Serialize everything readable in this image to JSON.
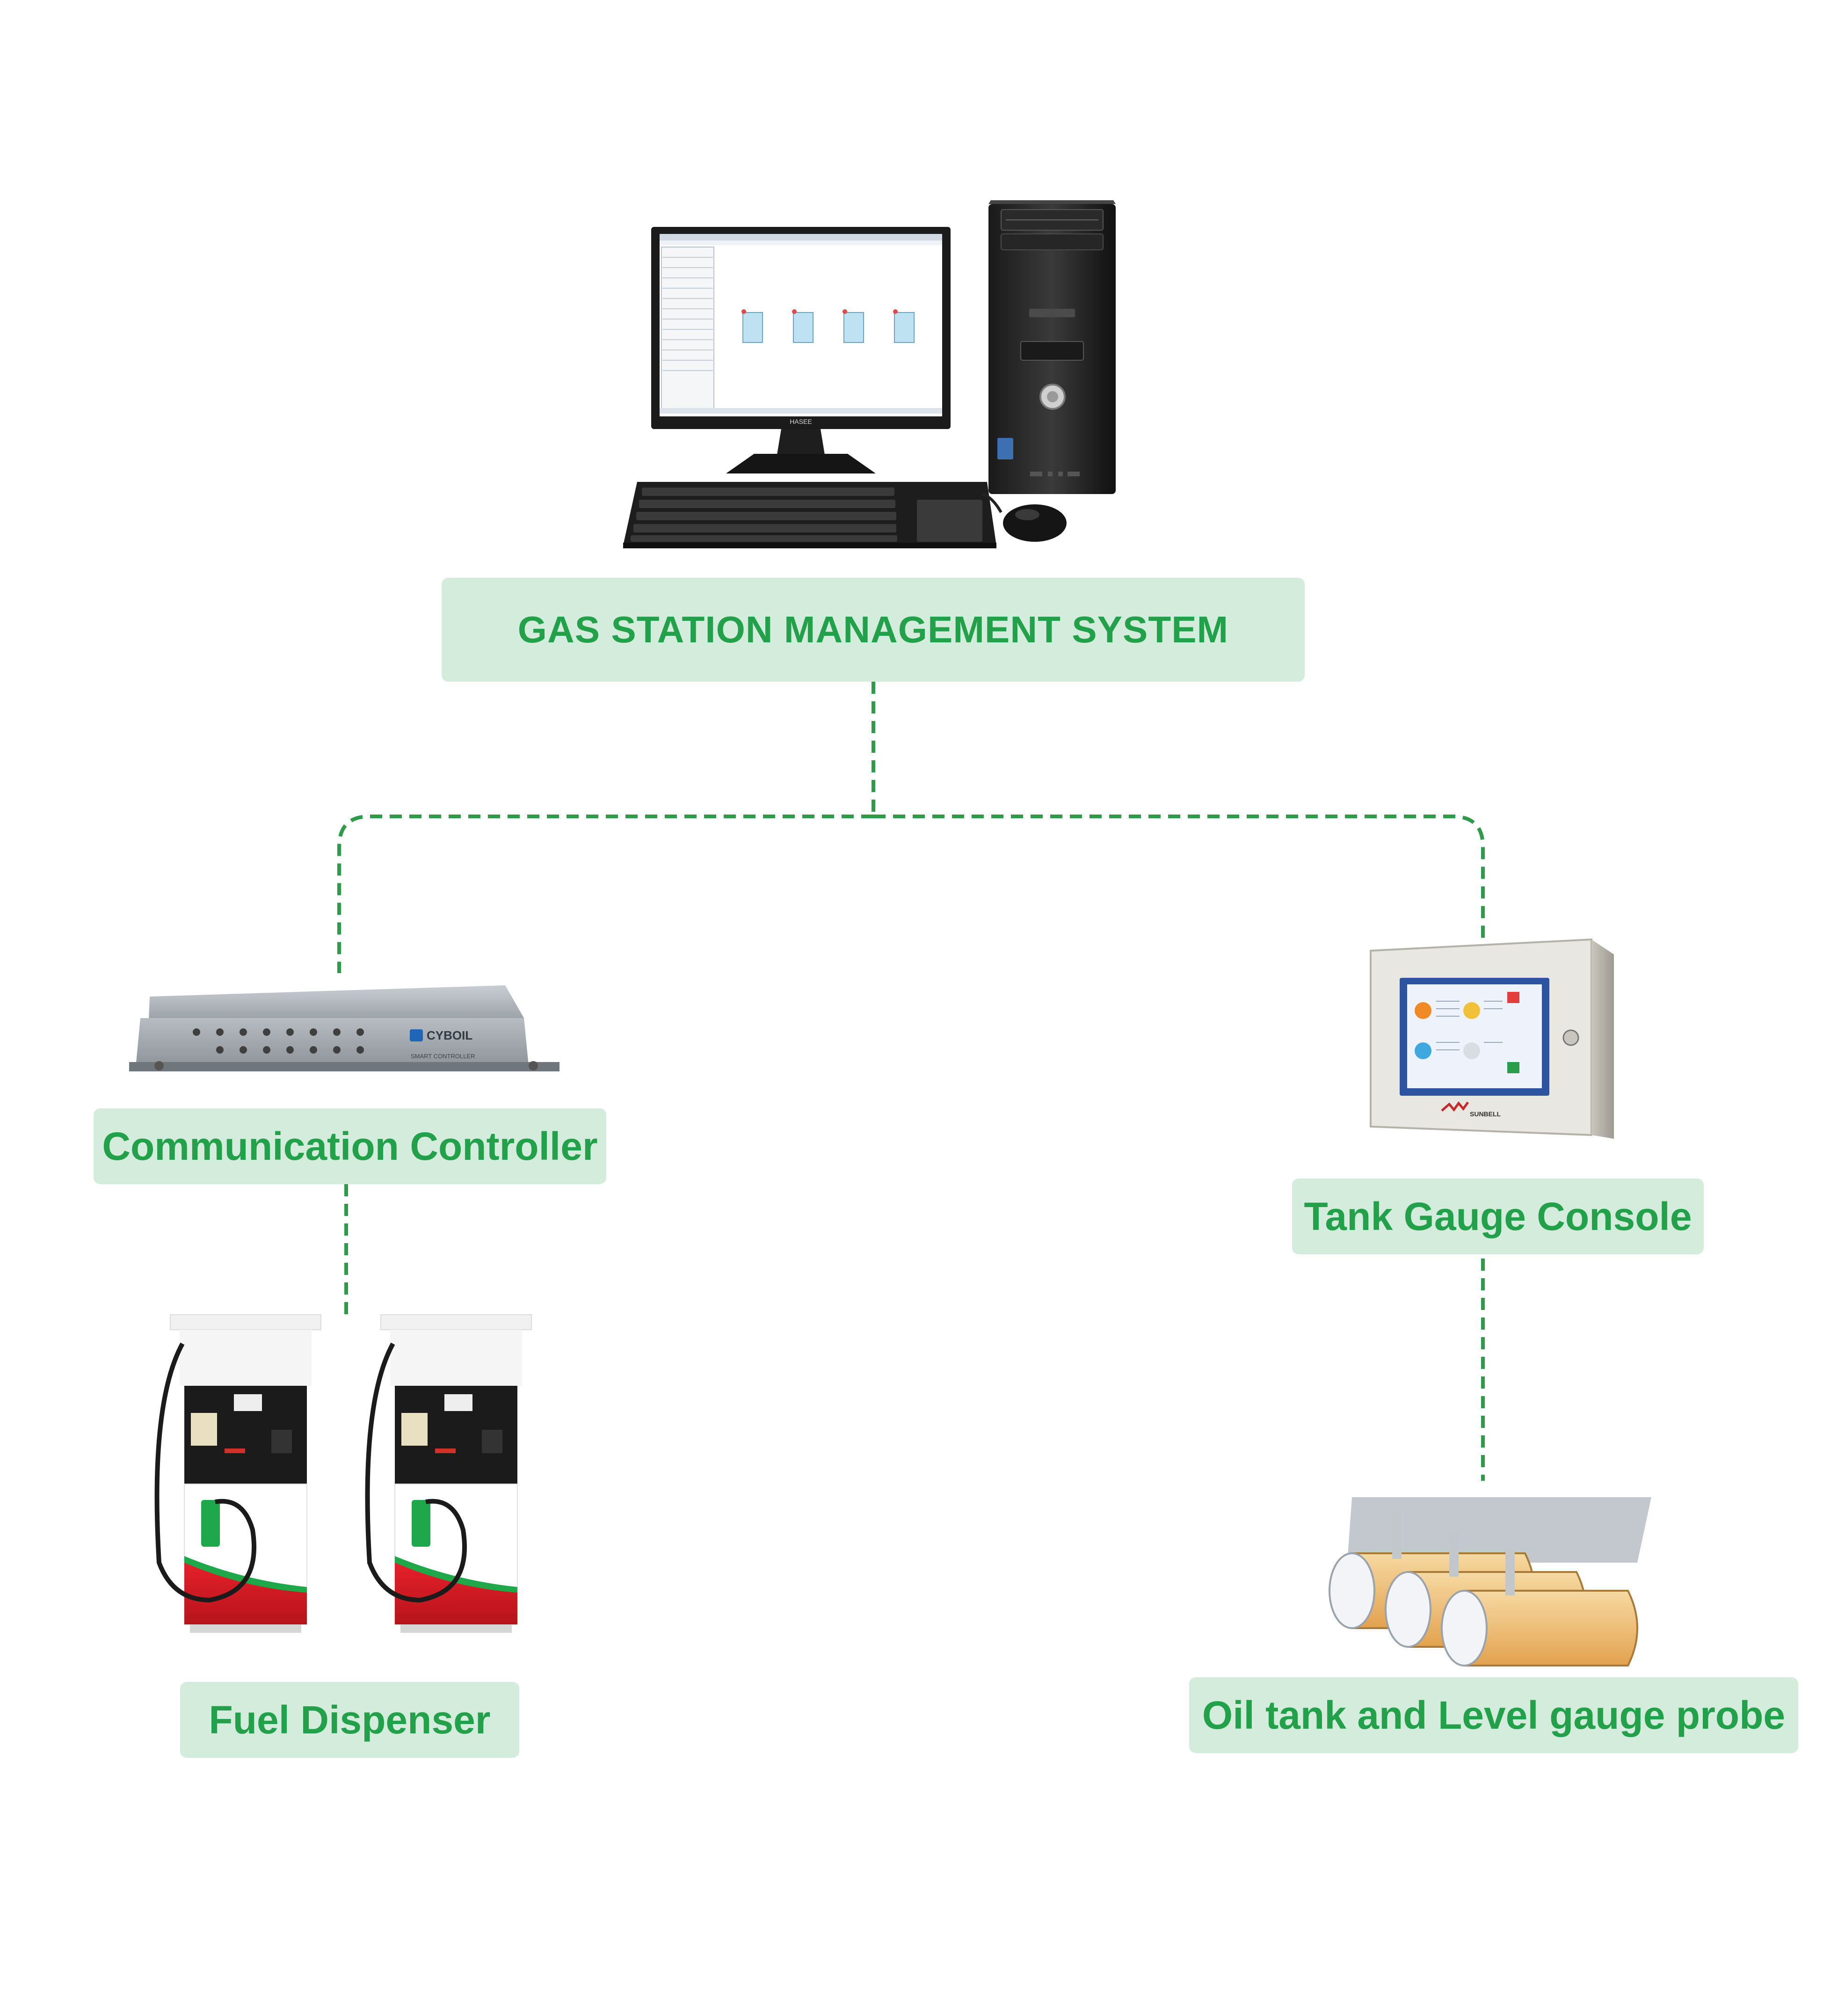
{
  "labels": {
    "management_system": "GAS STATION MANAGEMENT SYSTEM",
    "communication_controller": "Communication Controller",
    "tank_gauge_console": "Tank Gauge Console",
    "fuel_dispenser": "Fuel Dispenser",
    "oil_tank_probe": "Oil tank and Level gauge probe"
  },
  "device_text": {
    "monitor_brand": "HASEE",
    "controller_brand": "CYBOIL",
    "controller_subtitle": "SMART CONTROLLER",
    "console_brand": "SUNBELL"
  },
  "colors": {
    "label_fill": "#d4ecdc",
    "label_text": "#22a14a",
    "connector": "#2f9a4a"
  }
}
